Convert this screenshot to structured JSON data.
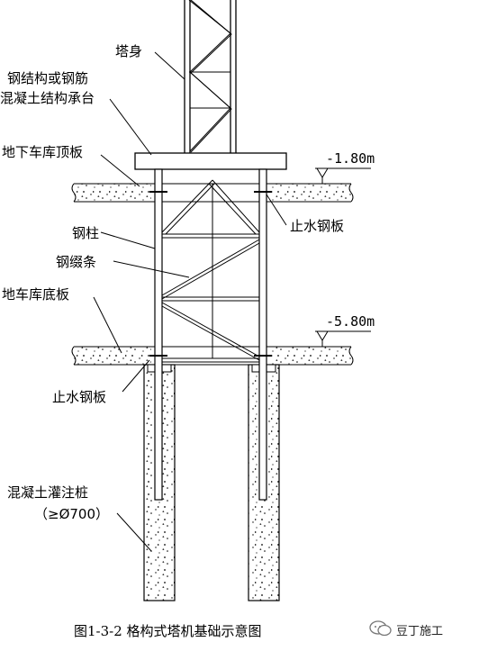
{
  "labels": {
    "tower_body": "塔身",
    "cap_line1": "钢结构或钢筋",
    "cap_line2": "混凝土结构承台",
    "garage_roof_slab": "地下车库顶板",
    "waterstop_upper": "止水钢板",
    "steel_column": "钢柱",
    "steel_bracing": "钢缀条",
    "garage_floor_slab": "地车库底板",
    "waterstop_lower": "止水钢板",
    "pile_line1": "混凝土灌注桩",
    "pile_line2": "（≥Ø700）"
  },
  "elevations": {
    "upper": "-1.80m",
    "lower": "-5.80m"
  },
  "caption": "图1-3-2 格构式塔机基础示意图",
  "watermark": "豆丁施工"
}
